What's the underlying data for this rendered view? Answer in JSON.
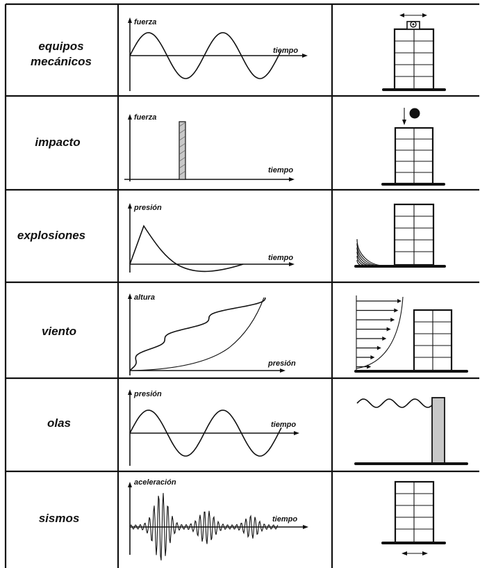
{
  "rows": [
    {
      "label": [
        "equipos",
        "mecánicos"
      ],
      "y_axis": "fuerza",
      "x_axis": "tiempo"
    },
    {
      "label": [
        "impacto"
      ],
      "y_axis": "fuerza",
      "x_axis": "tiempo"
    },
    {
      "label": [
        "explosiones"
      ],
      "y_axis": "presión",
      "x_axis": "tiempo"
    },
    {
      "label": [
        "viento"
      ],
      "y_axis": "altura",
      "x_axis": "presión"
    },
    {
      "label": [
        "olas"
      ],
      "y_axis": "presión",
      "x_axis": "tiempo"
    },
    {
      "label": [
        "sismos"
      ],
      "y_axis": "aceleración",
      "x_axis": "tiempo"
    }
  ]
}
